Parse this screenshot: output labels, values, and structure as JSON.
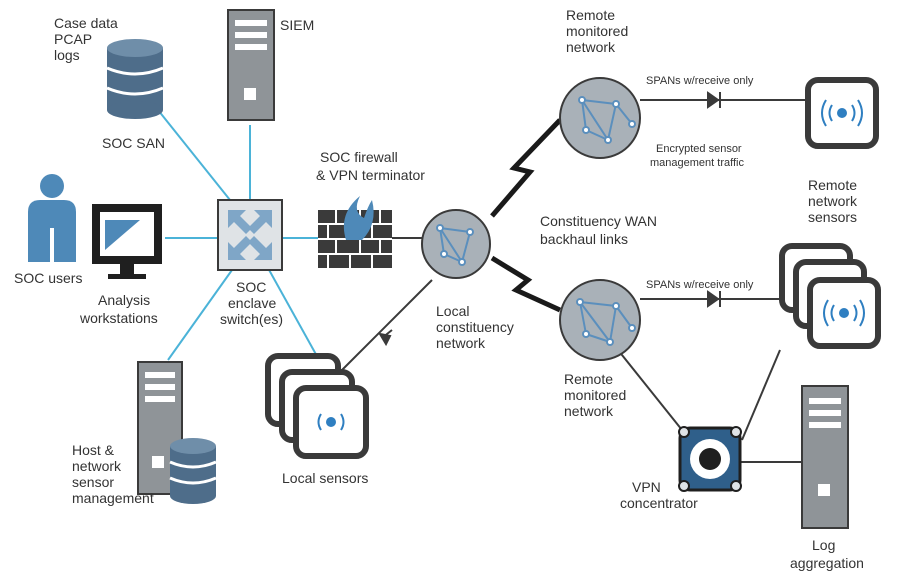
{
  "colors": {
    "accent_line": "#4bb3d8",
    "dark": "#3a3a3a",
    "device_gray": "#8f9498",
    "device_light": "#bfc3c6",
    "user_blue": "#4e89b8",
    "sensor_signal": "#2f7fc1",
    "cloud_fill": "#a9b1b8"
  },
  "labels": {
    "case_data": [
      "Case data",
      "PCAP",
      "logs"
    ],
    "soc_san": "SOC SAN",
    "siem": "SIEM",
    "soc_users": "SOC users",
    "analysis_workstations": [
      "Analysis",
      "workstations"
    ],
    "soc_switch": [
      "SOC",
      "enclave",
      "switch(es)"
    ],
    "soc_firewall": [
      "SOC firewall",
      "& VPN terminator"
    ],
    "host_sensor_mgmt": [
      "Host &",
      "network",
      "sensor",
      "management"
    ],
    "local_sensors": "Local sensors",
    "local_network": [
      "Local",
      "constituency",
      "network"
    ],
    "constituency_wan": [
      "Constituency WAN",
      "backhaul links"
    ],
    "remote_net_top": [
      "Remote",
      "monitored",
      "network"
    ],
    "remote_net_bottom": [
      "Remote",
      "monitored",
      "network"
    ],
    "spans_top": "SPANs w/receive only",
    "spans_bottom": "SPANs w/receive only",
    "encrypted_traffic": [
      "Encrypted sensor",
      "management traffic"
    ],
    "remote_sensors": [
      "Remote",
      "network",
      "sensors"
    ],
    "vpn_concentrator": [
      "VPN",
      "concentrator"
    ],
    "log_aggregation": [
      "Log",
      "aggregation"
    ]
  }
}
